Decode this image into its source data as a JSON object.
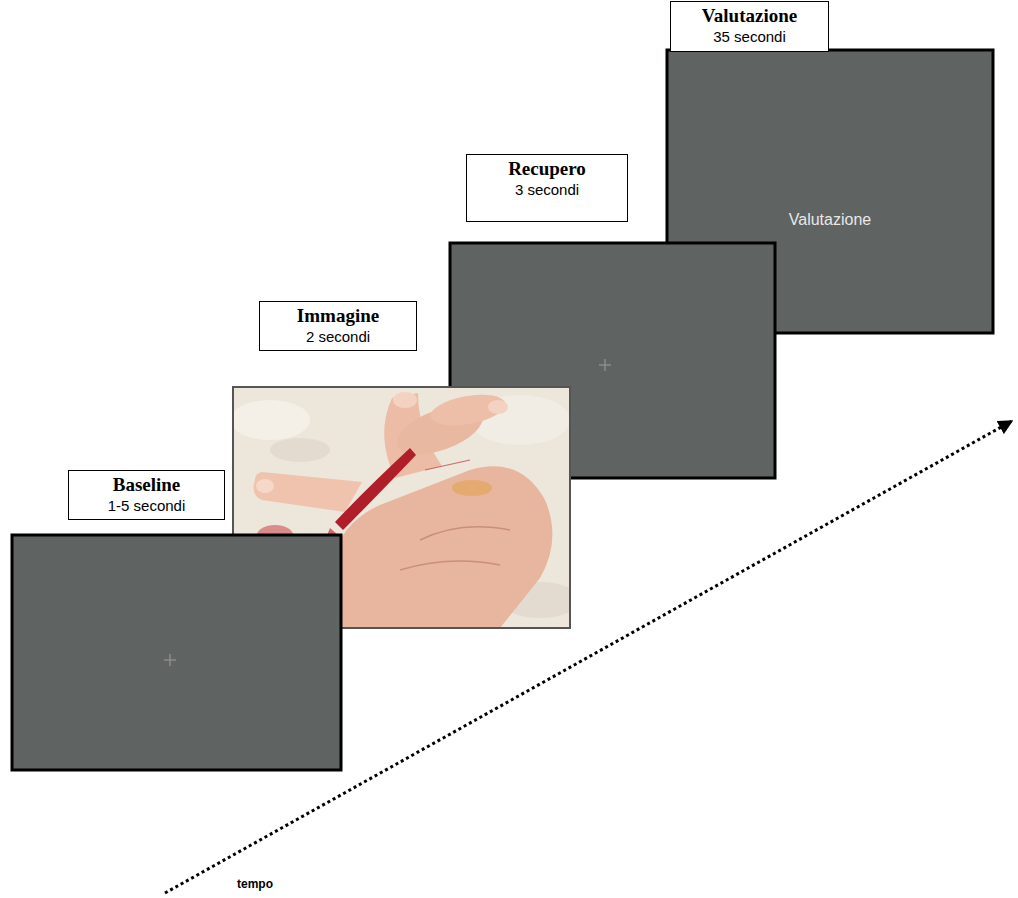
{
  "diagram": {
    "nodes": [
      {
        "text": [
          "Baseline",
          "1-5 secondi"
        ]
      },
      {
        "text": [
          "Immagine",
          "2 secondi"
        ]
      },
      {
        "text": [
          "Recupero",
          "3 secondi"
        ]
      },
      {
        "text": [
          "Valutazione",
          "35 secondi"
        ]
      },
      {
        "text": [
          "Valutazione"
        ]
      }
    ],
    "labels": [
      "tempo"
    ]
  }
}
